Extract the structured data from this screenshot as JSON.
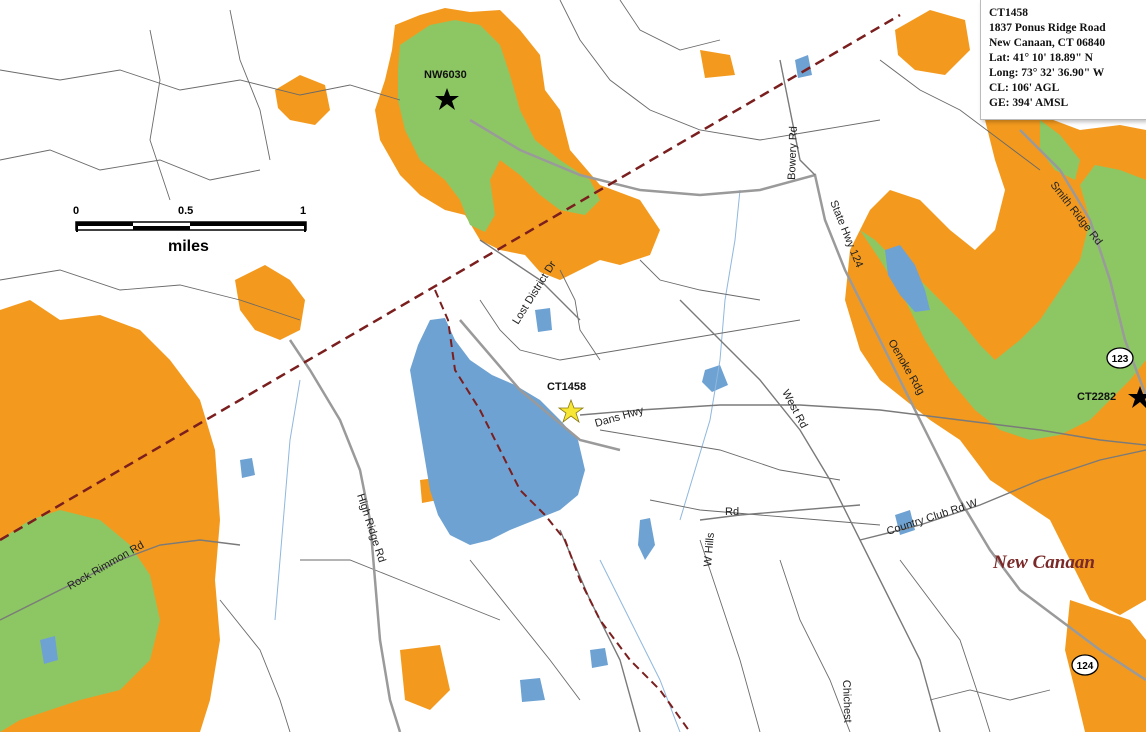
{
  "info_box": {
    "site_id": "CT1458",
    "address": "1837 Ponus Ridge Road",
    "city": "New Canaan, CT 06840",
    "lat": "Lat:  41° 10' 18.89\" N",
    "long": "Long: 73° 32' 36.90\" W",
    "cl": "CL: 106' AGL",
    "ge": "GE: 394' AMSL"
  },
  "scale_bar": {
    "tick_0": "0",
    "tick_mid": "0.5",
    "tick_end": "1",
    "unit": "miles"
  },
  "sites": [
    {
      "id": "NW6030",
      "marker": "star-black"
    },
    {
      "id": "CT1458",
      "marker": "star-yellow"
    },
    {
      "id": "CT2282",
      "marker": "star-black"
    }
  ],
  "roads": {
    "bowery": "Bowery Rd",
    "state_hwy": "State Hwy 124",
    "smith_ridge": "Smith Ridge Rd",
    "lost_district": "Lost District Dr",
    "dans_hwy": "Dans Hwy",
    "west_rd": "West Rd",
    "oenoke": "Oenoke Rdg",
    "country_club": "Country Club Rd W",
    "w_hills": "W Hills",
    "w_hills_rd": "Rd",
    "high_ridge": "High Ridge Rd",
    "rock_rimmon": "Rock Rimmon Rd",
    "chichester": "Chichest"
  },
  "route_shields": [
    "123",
    "124"
  ],
  "town_label": "New Canaan",
  "colors": {
    "coverage_orange": "#f39a1e",
    "coverage_green": "#8dc763",
    "water": "#6ea2d2",
    "road": "#9a9a9a",
    "boundary": "#7a1e1e",
    "background": "#ffffff"
  }
}
